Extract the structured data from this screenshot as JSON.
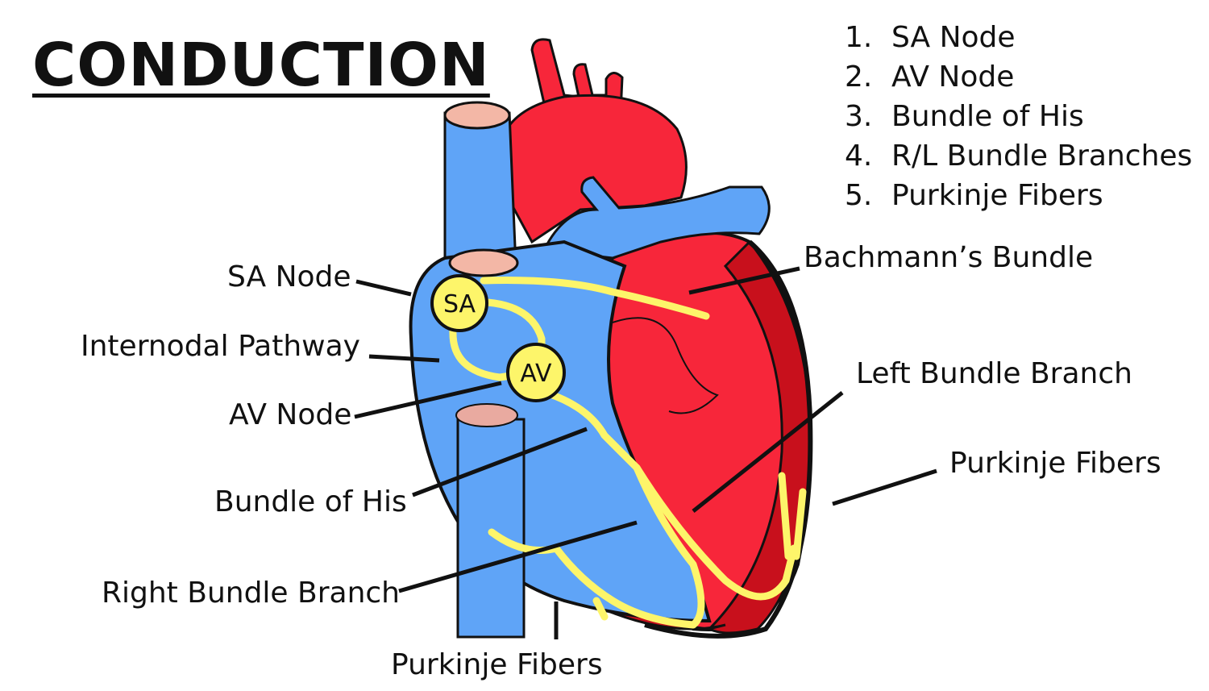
{
  "title": "CONDUCTION",
  "steps": [
    {
      "num": "1.",
      "text": "SA Node"
    },
    {
      "num": "2.",
      "text": "AV Node"
    },
    {
      "num": "3.",
      "text": "Bundle of His"
    },
    {
      "num": "4.",
      "text": "R/L Bundle Branches"
    },
    {
      "num": "5.",
      "text": "Purkinje Fibers"
    }
  ],
  "labels": {
    "sa_node": "SA Node",
    "internodal": "Internodal Pathway",
    "av_node": "AV Node",
    "bundle_his": "Bundle of His",
    "right_bundle": "Right Bundle Branch",
    "purkinje_bottom": "Purkinje Fibers",
    "bachmann": "Bachmann’s Bundle",
    "left_bundle": "Left Bundle Branch",
    "purkinje_right": "Purkinje Fibers"
  },
  "nodes": {
    "sa": "SA",
    "av": "AV"
  },
  "colors": {
    "red": "#f7263a",
    "dark_red": "#c8101c",
    "blue": "#5fa4f7",
    "pathway": "#fdf56a",
    "vessel_opening": "#f3b7a6"
  }
}
